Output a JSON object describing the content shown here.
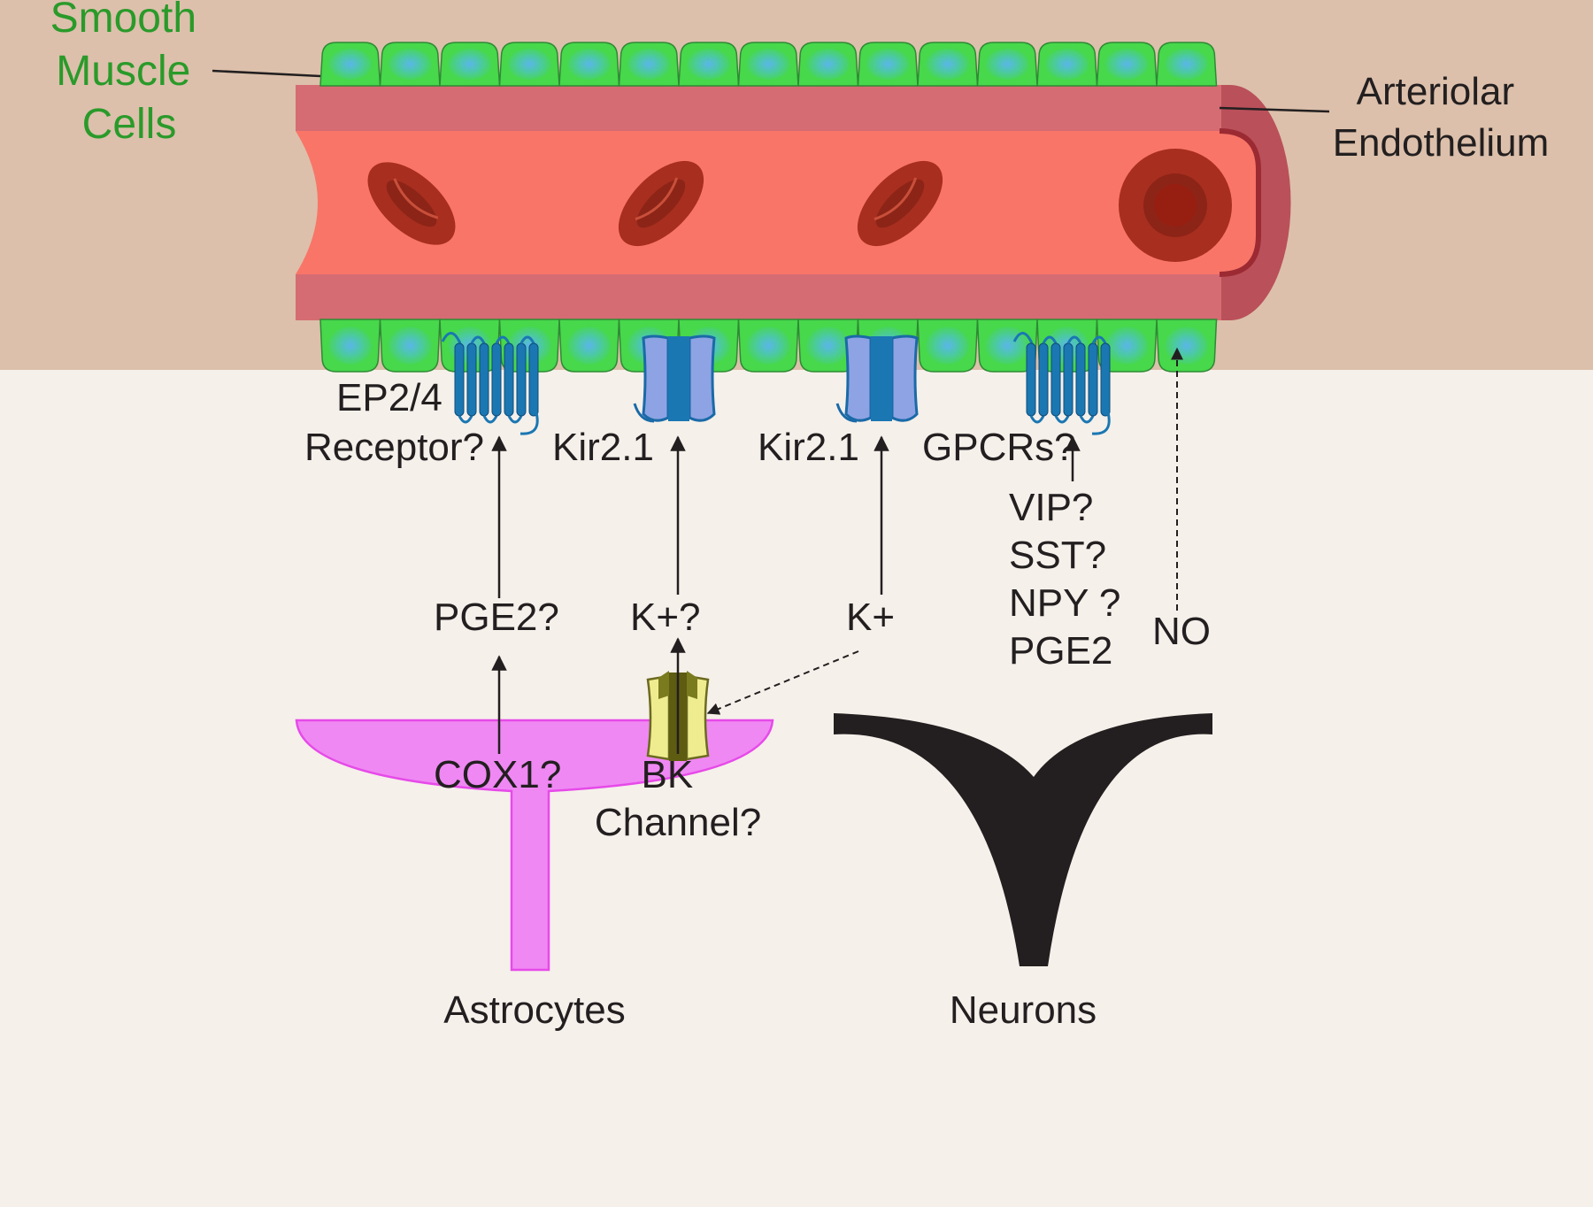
{
  "labels": {
    "smooth_muscle": [
      "Smooth",
      "Muscle",
      "Cells"
    ],
    "arteriolar_endothelium": [
      "Arteriolar",
      "Endothelium"
    ],
    "ep_receptor": [
      "EP2/4",
      "Receptor?"
    ],
    "kir_left": "Kir2.1",
    "kir_right": "Kir2.1",
    "gpcrs": "GPCRs?",
    "pge2_q": "PGE2?",
    "k_q": "K+?",
    "k_plus": "K+",
    "neuro_list": [
      "VIP?",
      "SST?",
      "NPY ?",
      "PGE2"
    ],
    "no": "NO",
    "cox1": "COX1?",
    "bk_channel": [
      "BK",
      "Channel?"
    ],
    "astrocytes": "Astrocytes",
    "neurons": "Neurons"
  },
  "colors": {
    "tissue": "#dcc0ab",
    "background": "#f6f0eb",
    "smooth_muscle": "#47d84c",
    "nucleus": "#5ab6e8",
    "vessel_wall": "#d56b73",
    "lumen": "#f87568",
    "red_blood_cell": "#a82f1f",
    "astrocyte": "#f088f3",
    "neuron": "#231f20",
    "gpcr": "#1a77b2",
    "kir_channel": "#8ea3e3",
    "bk_channel": "#eeec8e"
  }
}
